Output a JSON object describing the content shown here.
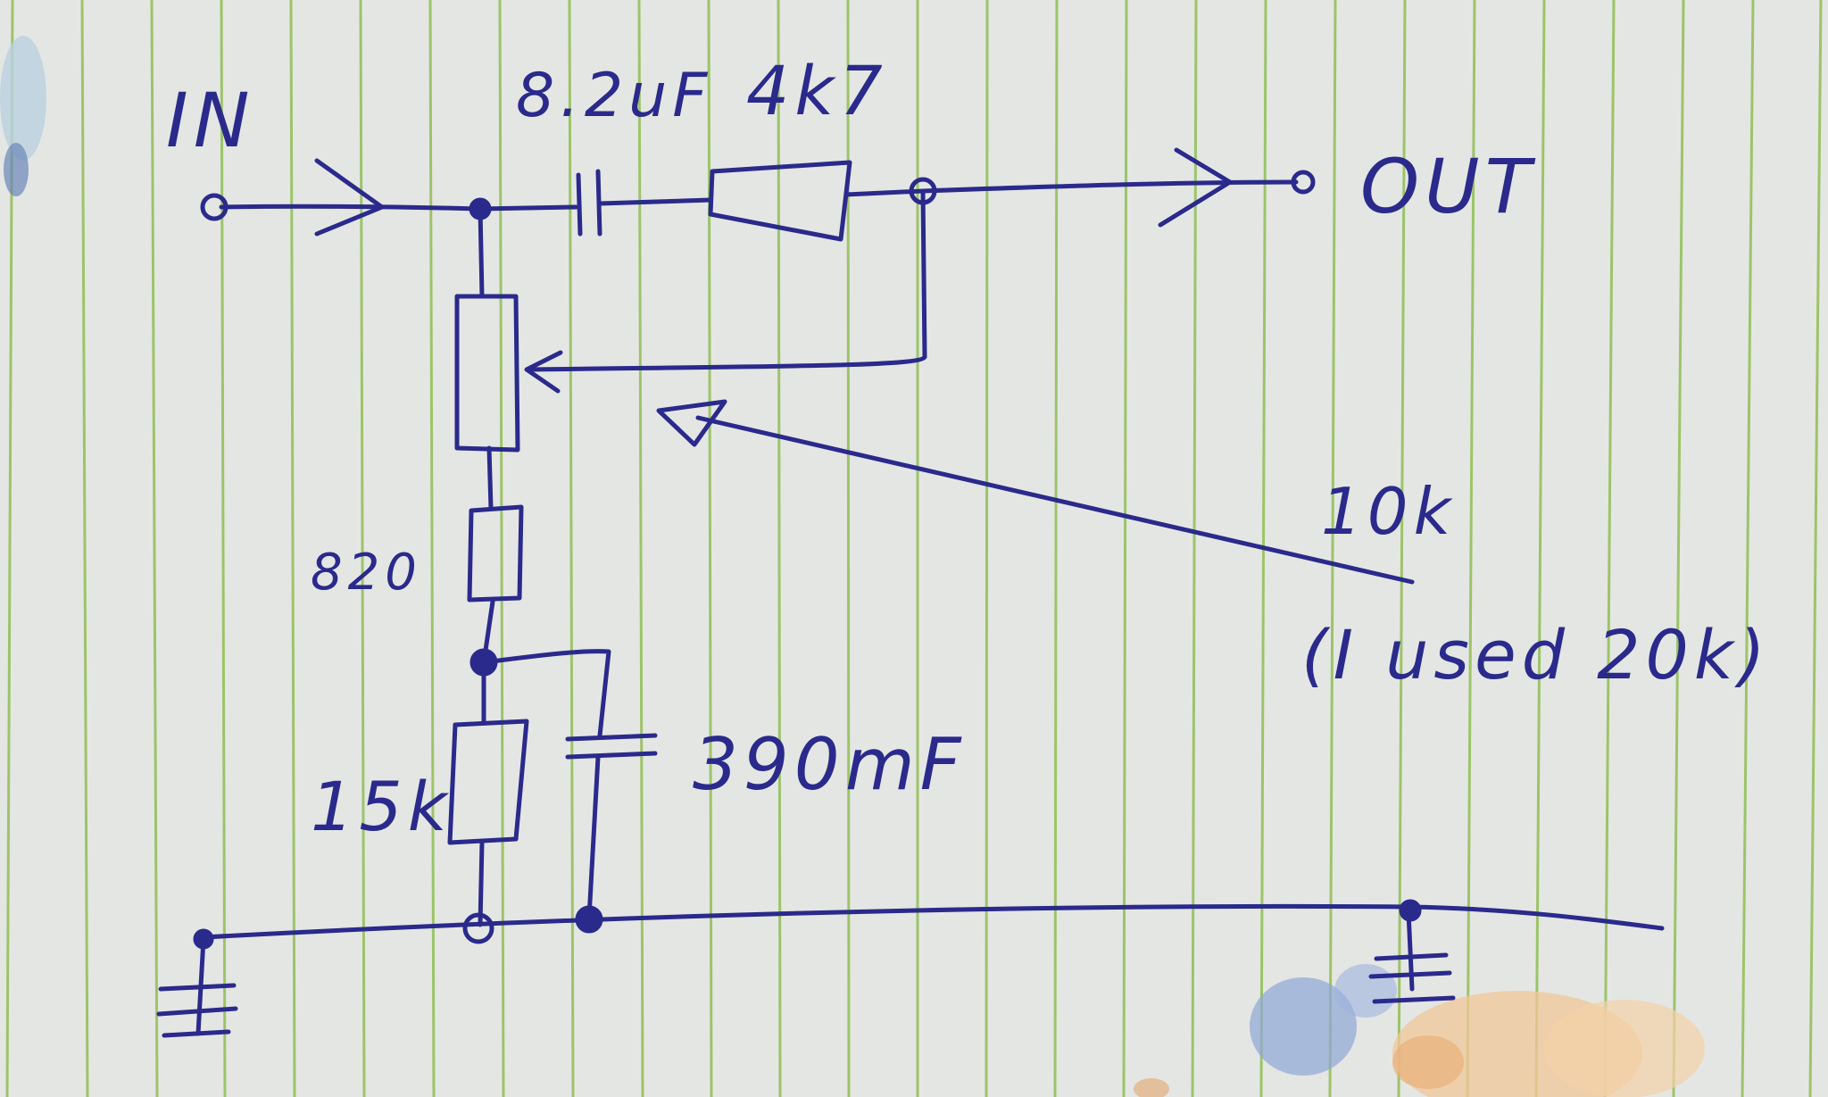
{
  "labels": {
    "input": "IN",
    "output": "OUT",
    "coupling_capacitor": "8.2uF",
    "series_resistor": "4k7",
    "potentiometer": "10k",
    "potentiometer_note": "(I used 20k)",
    "resistor_upper": "820",
    "resistor_lower": "15k",
    "bypass_capacitor": "390mF"
  },
  "colors": {
    "ink": "#2a2a8c",
    "paper": "#e4e6e4",
    "rule_lines": "#9cc468"
  }
}
